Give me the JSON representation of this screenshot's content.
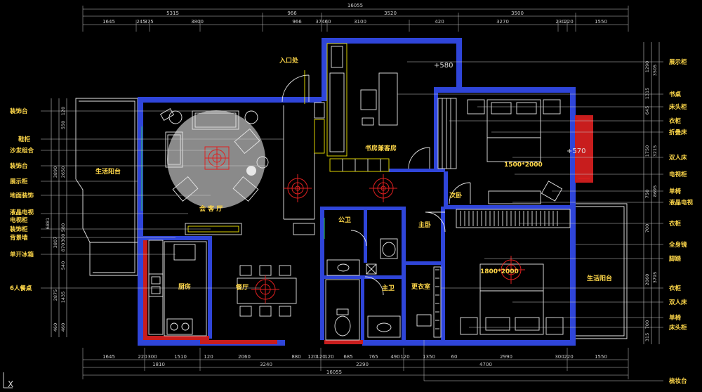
{
  "dims": {
    "top_total": "16055",
    "top_row1": [
      "5315",
      "966",
      "3520",
      "3500"
    ],
    "top_row2": [
      "1645",
      "245",
      "375",
      "3800",
      "966",
      "374",
      "60",
      "3100",
      "420",
      "3270",
      "230",
      "220",
      "1550"
    ],
    "bottom_row1": [
      "1645",
      "220",
      "300",
      "1510",
      "120",
      "2060",
      "880",
      "120",
      "120",
      "120",
      "685",
      "765",
      "490",
      "120",
      "1350",
      "60",
      "2990",
      "300",
      "220",
      "1550"
    ],
    "bottom_row2": [
      "1810",
      "3240",
      "2290",
      "4700"
    ],
    "bottom_total": "16055",
    "left": [
      "120",
      "550",
      "2650",
      "3890",
      "6881",
      "580",
      "300",
      "870",
      "3807",
      "540",
      "1435",
      "2875",
      "460",
      "460"
    ],
    "right": [
      "1290",
      "3505",
      "1315",
      "645",
      "1750",
      "3215",
      "750",
      "8695",
      "700",
      "2060",
      "3795",
      "700",
      "315"
    ],
    "plus_580": "+580",
    "plus_570": "+570"
  },
  "rooms": {
    "entrance": "入口处",
    "living": "会 客 厅",
    "balcony_left": "生活阳台",
    "study": "书房兼客房",
    "secondary_bedroom": "次卧",
    "master_bedroom": "主卧",
    "public_bath": "公卫",
    "master_bath": "主卫",
    "closet": "更衣室",
    "kitchen": "厨房",
    "dining": "餐厅",
    "balcony_right": "生活阳台",
    "bed_small": "1500*2000",
    "bed_large": "1800*2000"
  },
  "left_labels": [
    "装饰台",
    "鞋柜",
    "沙发组合",
    "装饰台",
    "展示柜",
    "地面装饰",
    "液晶电视",
    "电视柜",
    "装饰柜",
    "背景墙",
    "单开冰箱",
    "6人餐桌"
  ],
  "right_labels": [
    "展示柜",
    "书桌",
    "床头柜",
    "衣柜",
    "折叠床",
    "双人床",
    "电视柜",
    "单椅",
    "液晶电视",
    "衣柜",
    "全身镜",
    "脚踏",
    "衣柜",
    "双人床",
    "单椅",
    "床头柜",
    "梳妆台"
  ],
  "cursor_glyph": "X"
}
